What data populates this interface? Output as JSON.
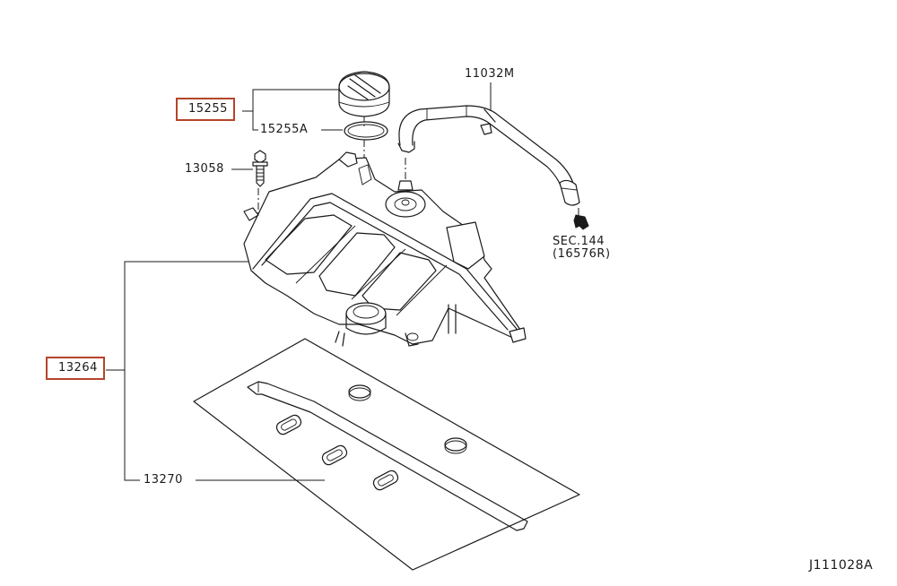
{
  "diagram": {
    "title": "Rocker cover parts diagram",
    "highlight_color": "#b5442a",
    "drawing_code": "J111028A",
    "parts": [
      {
        "id": "oil-filler-cap",
        "number": "15255",
        "highlighted": true
      },
      {
        "id": "oil-filler-cap-gasket",
        "number": "15255A",
        "highlighted": false
      },
      {
        "id": "bolt",
        "number": "13058",
        "highlighted": false
      },
      {
        "id": "blow-by-hose",
        "number": "11032M",
        "highlighted": false
      },
      {
        "id": "rocker-cover-assembly",
        "number": "13264",
        "highlighted": true
      },
      {
        "id": "rocker-cover-gasket",
        "number": "13270",
        "highlighted": false
      }
    ],
    "section_ref": {
      "line1": "SEC.144",
      "line2": "(16576R)"
    }
  }
}
